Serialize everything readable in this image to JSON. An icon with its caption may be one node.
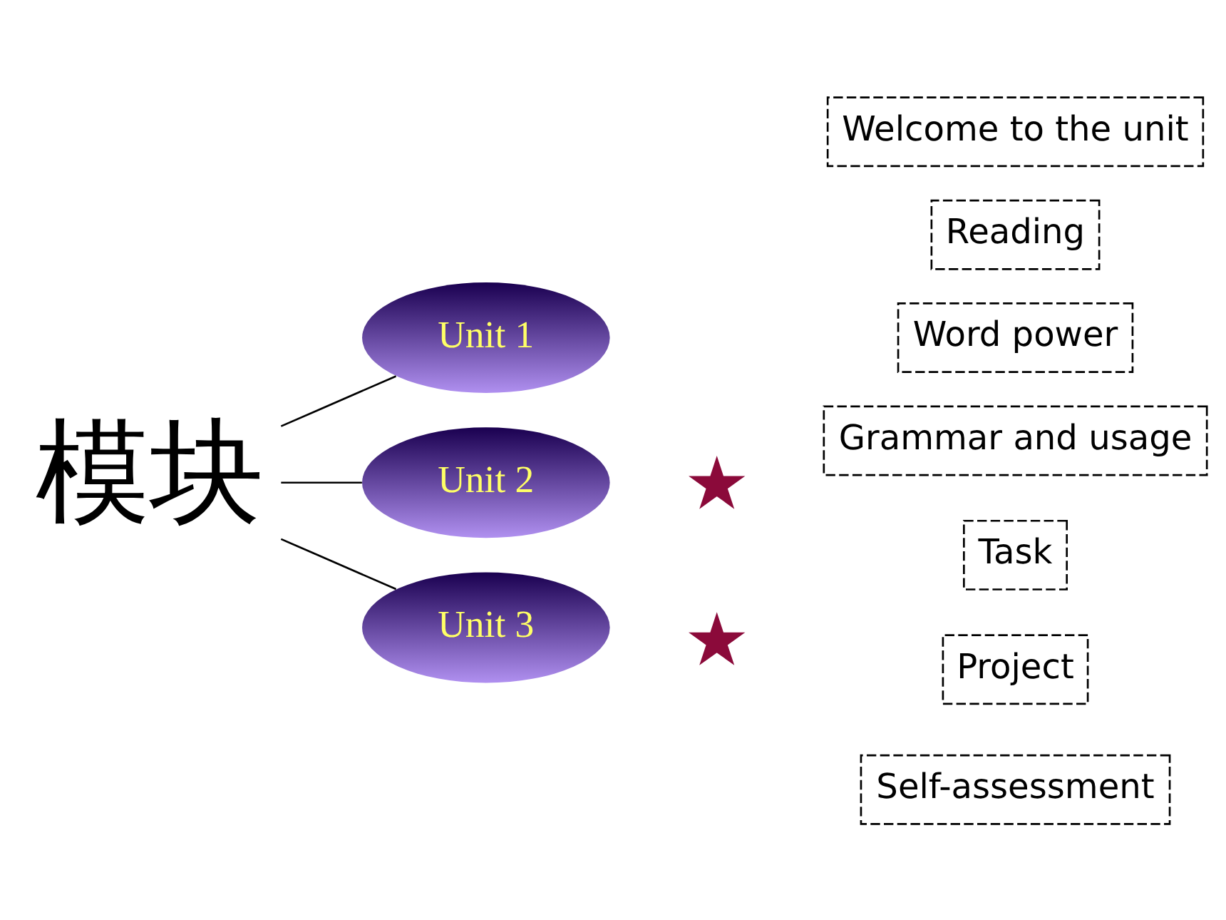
{
  "diagram": {
    "nodes": [
      {
        "text": [
          "模块"
        ]
      },
      {
        "text": [
          "Unit 1"
        ]
      },
      {
        "text": [
          "Unit 2"
        ]
      },
      {
        "text": [
          "Unit 3"
        ]
      },
      {
        "text": [
          "Welcome to the unit"
        ]
      },
      {
        "text": [
          "Reading"
        ]
      },
      {
        "text": [
          "Word power"
        ]
      },
      {
        "text": [
          "Grammar and usage"
        ]
      },
      {
        "text": [],
        "shape": "star"
      },
      {
        "text": [
          "Task"
        ]
      },
      {
        "text": [],
        "shape": "star"
      },
      {
        "text": [
          "Project"
        ]
      },
      {
        "text": [
          "Self-assessment"
        ]
      }
    ],
    "edges": [
      {
        "from": 0,
        "to": 1,
        "arrow": "none"
      },
      {
        "from": 0,
        "to": 2,
        "arrow": "none"
      },
      {
        "from": 0,
        "to": 3,
        "arrow": "none"
      }
    ]
  }
}
